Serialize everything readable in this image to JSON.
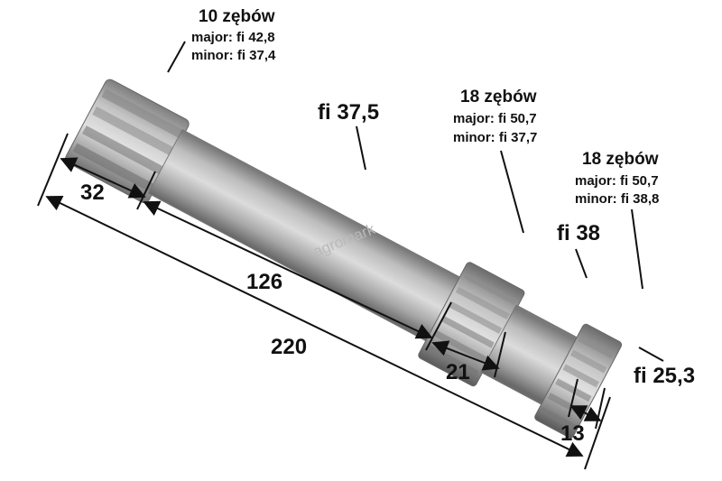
{
  "gear1": {
    "teeth": "10 zębów",
    "major": "major: fi 42,8",
    "minor": "minor: fi 37,4"
  },
  "shaft": {
    "diameter": "fi 37,5"
  },
  "gear2": {
    "teeth": "18 zębów",
    "major": "major: fi 50,7",
    "minor": "minor: fi 37,7"
  },
  "gear3": {
    "teeth": "18 zębów",
    "major": "major: fi 50,7",
    "minor": "minor: fi 38,8"
  },
  "neck": {
    "diameter": "fi 38"
  },
  "bore": {
    "diameter": "fi 25,3"
  },
  "dims": {
    "d32": "32",
    "d126": "126",
    "d220": "220",
    "d21": "21",
    "d13": "13"
  },
  "watermark": "agromark",
  "colors": {
    "metal_light": "#d6d6d6",
    "metal_mid": "#a9a9a9",
    "metal_dark": "#6f6f6f",
    "ink": "#111111"
  }
}
